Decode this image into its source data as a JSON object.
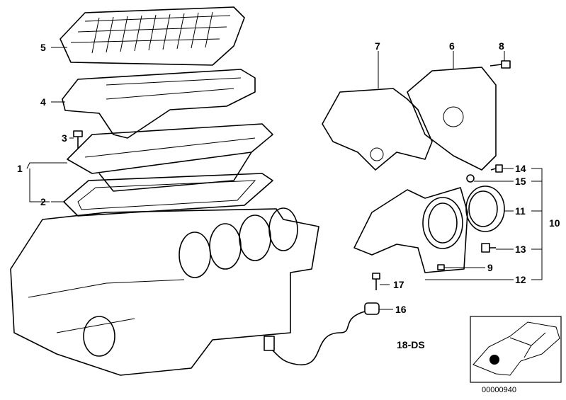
{
  "callouts": {
    "c1": "1",
    "c2": "2",
    "c3": "3",
    "c4": "4",
    "c5": "5",
    "c6": "6",
    "c7": "7",
    "c8": "8",
    "c9": "9",
    "c10": "10",
    "c11": "11",
    "c12": "12",
    "c13": "13",
    "c14": "14",
    "c15": "15",
    "c16": "16",
    "c17": "17"
  },
  "diagram_code": "18-DS",
  "thumbnail": {
    "caption": "00000940"
  }
}
